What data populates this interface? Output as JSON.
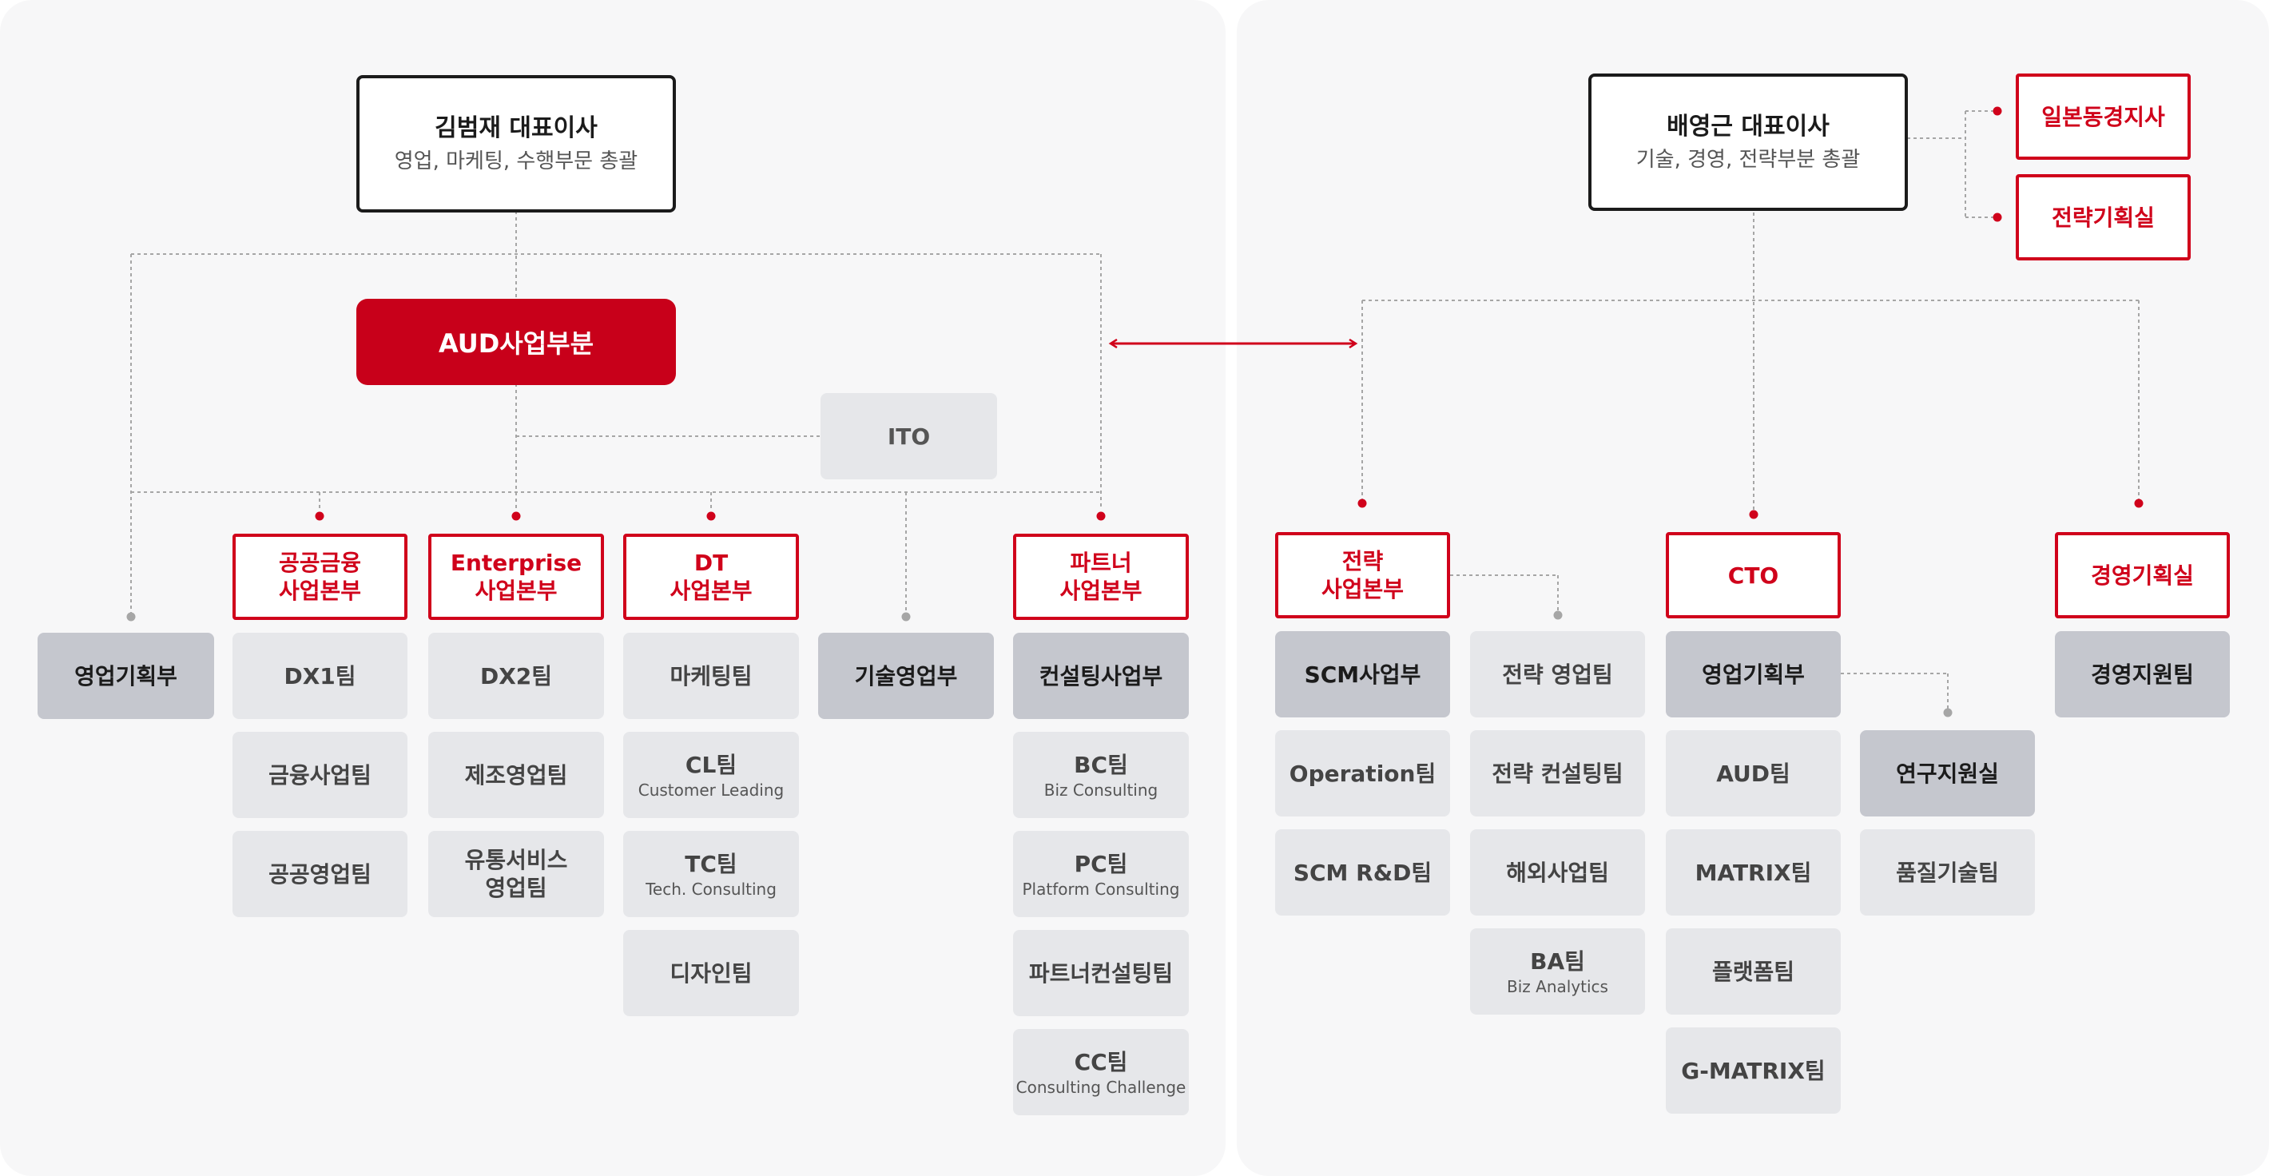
{
  "left": {
    "ceo": {
      "name": "김범재 대표이사",
      "desc": "영업, 마케팅, 수행부문 총괄"
    },
    "aud": "AUD사업부분",
    "ito": "ITO",
    "planning": "영업기획부",
    "tech_sales": "기술영업부",
    "divisions": {
      "public_finance": {
        "line1": "공공금융",
        "line2": "사업본부",
        "teams": [
          "DX1팀",
          "금융사업팀",
          "공공영업팀"
        ]
      },
      "enterprise": {
        "line1": "Enterprise",
        "line2": "사업본부",
        "teams": [
          "DX2팀",
          "제조영업팀"
        ],
        "service_team": {
          "line1": "유통서비스",
          "line2": "영업팀"
        }
      },
      "dt": {
        "line1": "DT",
        "line2": "사업본부",
        "teams": [
          {
            "name": "마케팅팀",
            "sub": ""
          },
          {
            "name": "CL팀",
            "sub": "Customer Leading"
          },
          {
            "name": "TC팀",
            "sub": "Tech. Consulting"
          },
          {
            "name": "디자인팀",
            "sub": ""
          }
        ]
      },
      "partner": {
        "line1": "파트너",
        "line2": "사업본부",
        "head": "컨설팅사업부",
        "teams": [
          {
            "name": "BC팀",
            "sub": "Biz Consulting"
          },
          {
            "name": "PC팀",
            "sub": "Platform Consulting"
          },
          {
            "name": "파트너컨설팅팀",
            "sub": ""
          },
          {
            "name": "CC팀",
            "sub": "Consulting Challenge"
          }
        ]
      }
    }
  },
  "right": {
    "ceo": {
      "name": "배영근 대표이사",
      "desc": "기술, 경영, 전략부분 총괄"
    },
    "japan": "일본동경지사",
    "strategy_office": "전략기획실",
    "strategy_div": {
      "line1": "전략",
      "line2": "사업본부",
      "scm": "SCM사업부",
      "scm_teams": [
        "Operation팀",
        "SCM R&D팀"
      ],
      "teams": [
        {
          "name": "전략 영업팀",
          "sub": ""
        },
        {
          "name": "전략 컨설팅팀",
          "sub": ""
        },
        {
          "name": "해외사업팀",
          "sub": ""
        },
        {
          "name": "BA팀",
          "sub": "Biz Analytics"
        }
      ]
    },
    "cto": {
      "label": "CTO",
      "planning": "영업기획부",
      "teams": [
        "AUD팀",
        "MATRIX팀",
        "플랫폼팀",
        "G-MATRIX팀"
      ],
      "research": "연구지원실",
      "quality": "품질기술팀"
    },
    "mgmt": {
      "label": "경영기획실",
      "team": "경영지원팀"
    }
  },
  "colors": {
    "accent": "#d0021b",
    "aud_fill": "#c8001a",
    "panel": "#f7f7f8",
    "team": "#e6e7ea",
    "team_dark": "#c5c7ce"
  }
}
